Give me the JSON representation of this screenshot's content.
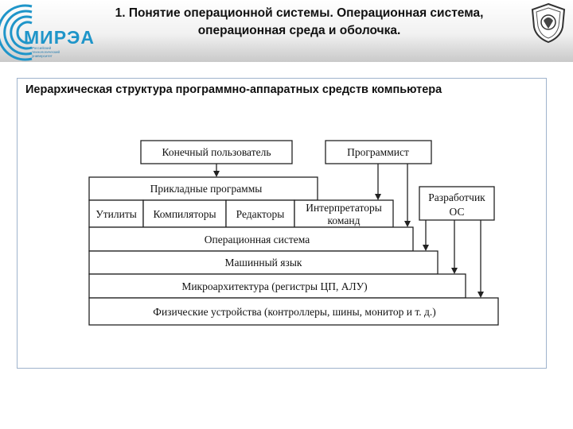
{
  "header": {
    "title_line1": "1. Понятие операционной системы. Операционная система,",
    "title_line2": "операционная среда и оболочка.",
    "logo_text": "МИРЭА",
    "logo_subtitle": "Российский технологический университет"
  },
  "slide": {
    "title": "Иерархическая структура программно-аппаратных средств компьютера"
  },
  "diagram": {
    "actors": {
      "end_user": "Конечный пользователь",
      "programmer": "Программист",
      "os_developer_line1": "Разработчик",
      "os_developer_line2": "ОС"
    },
    "layers": {
      "application_programs": "Прикладные программы",
      "utilities": "Утилиты",
      "compilers": "Компиляторы",
      "editors": "Редакторы",
      "interpreters_line1": "Интерпретаторы",
      "interpreters_line2": "команд",
      "operating_system": "Операционная система",
      "machine_language": "Машинный язык",
      "microarchitecture": "Микроархитектура (регистры ЦП, АЛУ)",
      "physical_devices": "Физические устройства (контроллеры, шины, монитор и т. д.)"
    }
  },
  "colors": {
    "logo_blue": "#1f95c9",
    "panel_border": "#9fb3cc",
    "line": "#222222"
  }
}
